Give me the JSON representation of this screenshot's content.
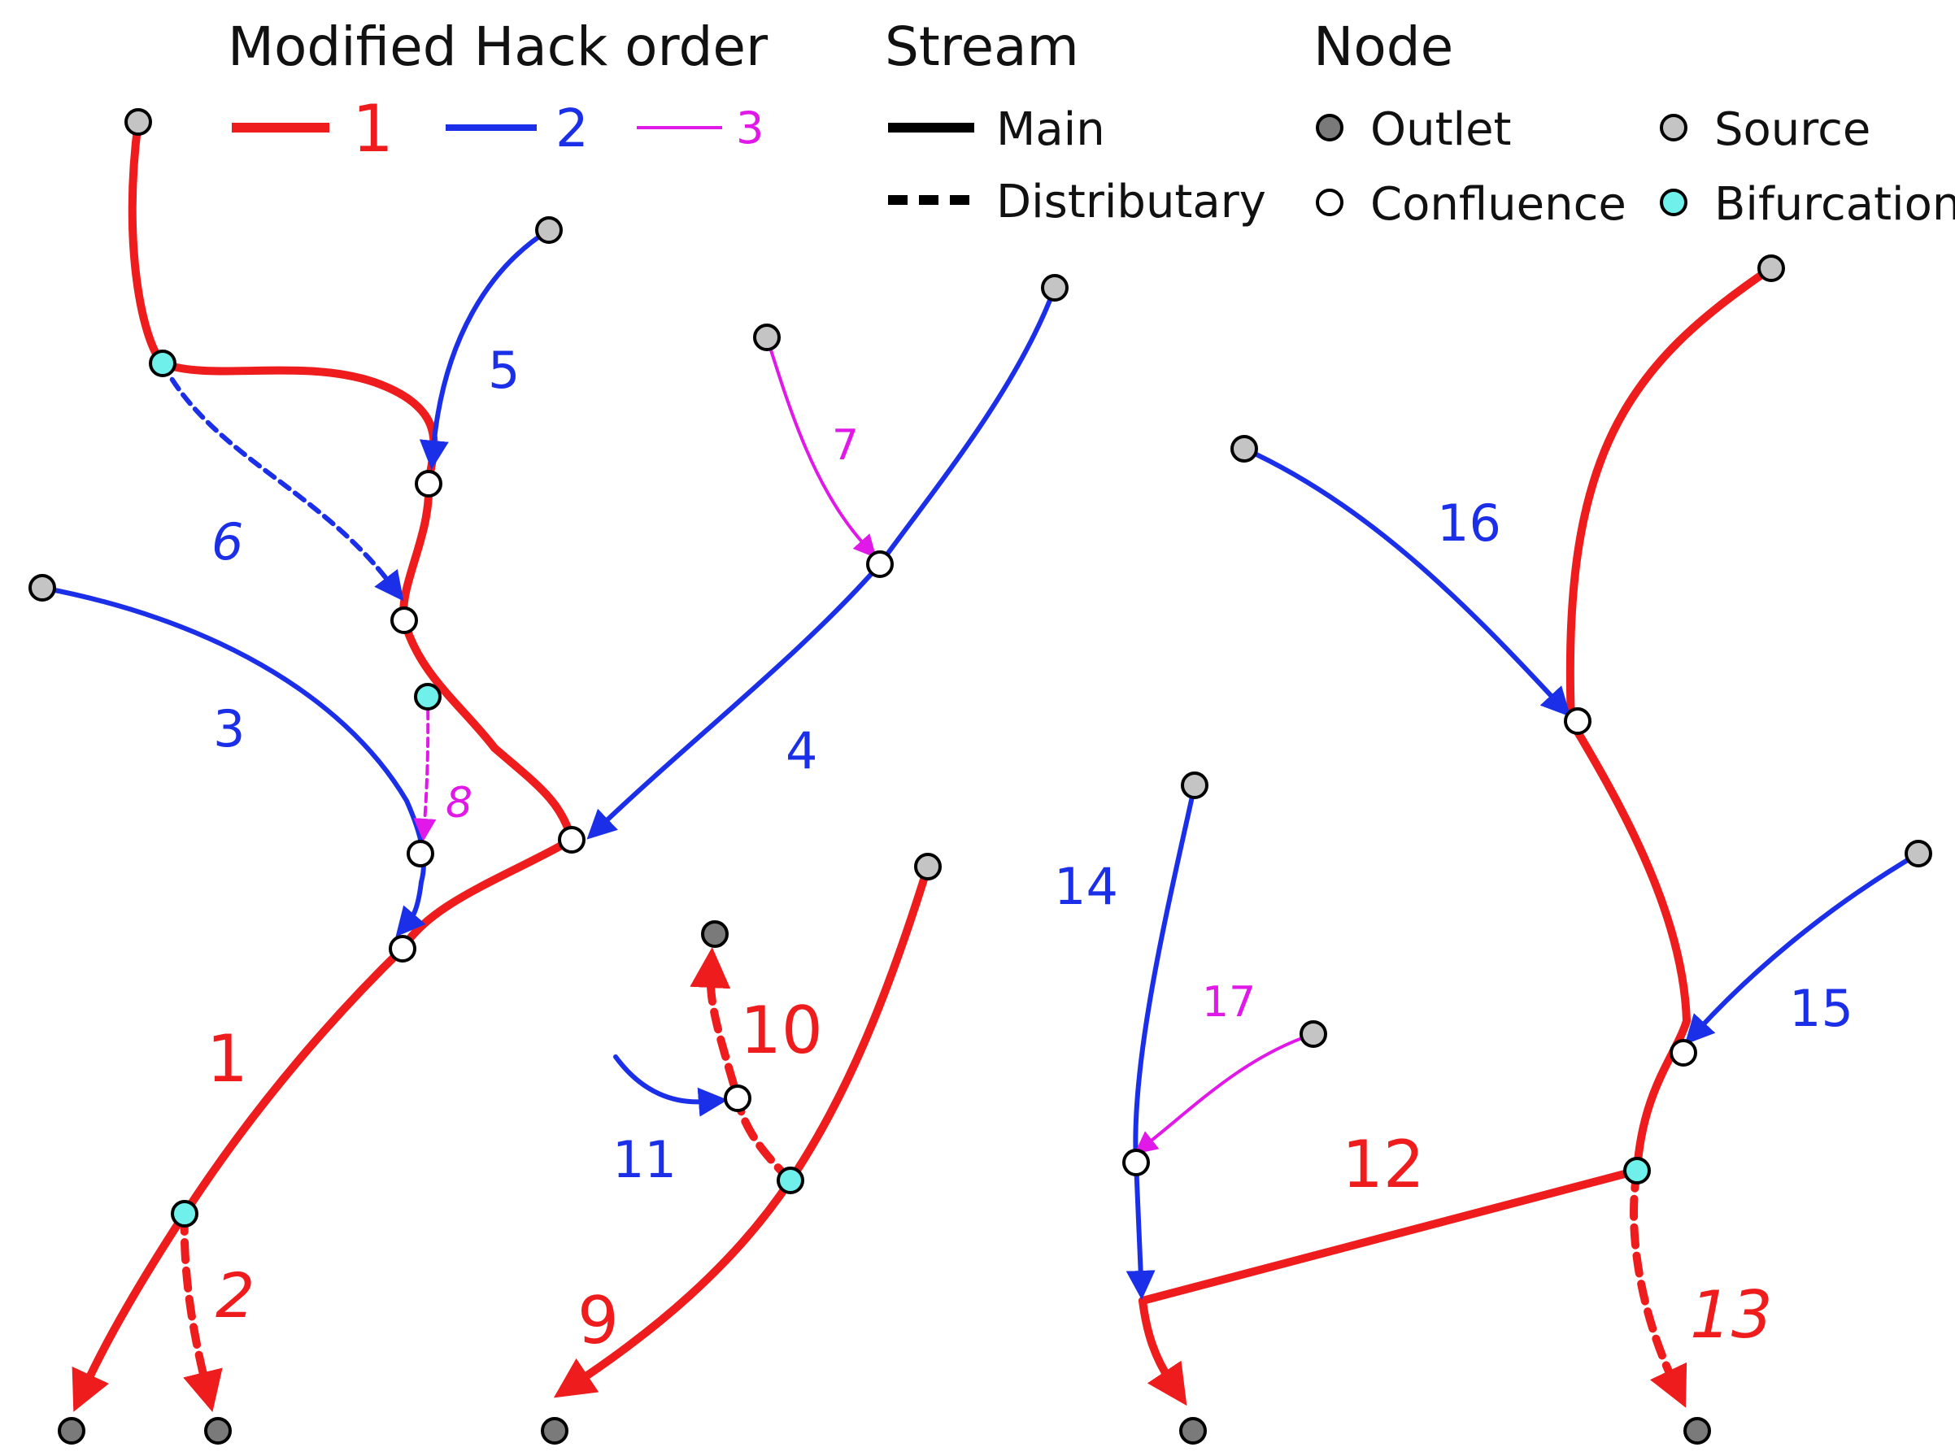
{
  "legend": {
    "order_title": "Modified Hack order",
    "order_items": [
      {
        "label": "1",
        "color": "#ee1c1c"
      },
      {
        "label": "2",
        "color": "#1c2fe8"
      },
      {
        "label": "3",
        "color": "#e018e8"
      }
    ],
    "stream_title": "Stream",
    "stream_main": "Main",
    "stream_distributary": "Distributary",
    "node_title": "Node",
    "node_outlet": "Outlet",
    "node_source": "Source",
    "node_confluence": "Confluence",
    "node_bifurcation": "Bifurcation"
  },
  "colors": {
    "order1": "#ee1c1c",
    "order2": "#1c2fe8",
    "order3": "#e018e8",
    "outlet": "#7a7a7a",
    "source": "#c4c4c4",
    "confluence": "#ffffff",
    "bifurcation": "#6ff0ea"
  },
  "stream_labels": {
    "s1": "1",
    "s2": "2",
    "s3": "3",
    "s4": "4",
    "s5": "5",
    "s6": "6",
    "s7": "7",
    "s8": "8",
    "s9": "9",
    "s10": "10",
    "s11": "11",
    "s12": "12",
    "s13": "13",
    "s14": "14",
    "s15": "15",
    "s16": "16",
    "s17": "17"
  }
}
